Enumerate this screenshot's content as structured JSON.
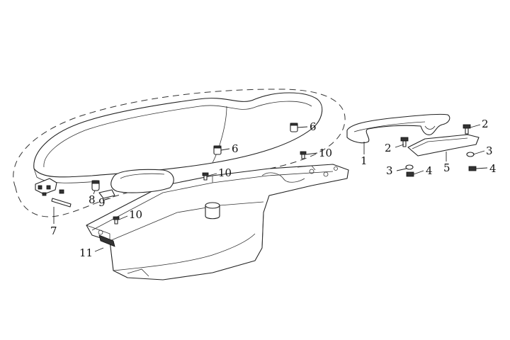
{
  "diagram": {
    "callouts": [
      {
        "id": "c1",
        "text": "1"
      },
      {
        "id": "c2a",
        "text": "2"
      },
      {
        "id": "c2b",
        "text": "2"
      },
      {
        "id": "c3a",
        "text": "3"
      },
      {
        "id": "c3b",
        "text": "3"
      },
      {
        "id": "c4a",
        "text": "4"
      },
      {
        "id": "c4b",
        "text": "4"
      },
      {
        "id": "c5",
        "text": "5"
      },
      {
        "id": "c6a",
        "text": "6"
      },
      {
        "id": "c6b",
        "text": "6"
      },
      {
        "id": "c7",
        "text": "7"
      },
      {
        "id": "c8",
        "text": "8"
      },
      {
        "id": "c9",
        "text": "9"
      },
      {
        "id": "c10a",
        "text": "10"
      },
      {
        "id": "c10b",
        "text": "10"
      },
      {
        "id": "c10c",
        "text": "10"
      },
      {
        "id": "c11",
        "text": "11"
      }
    ]
  }
}
